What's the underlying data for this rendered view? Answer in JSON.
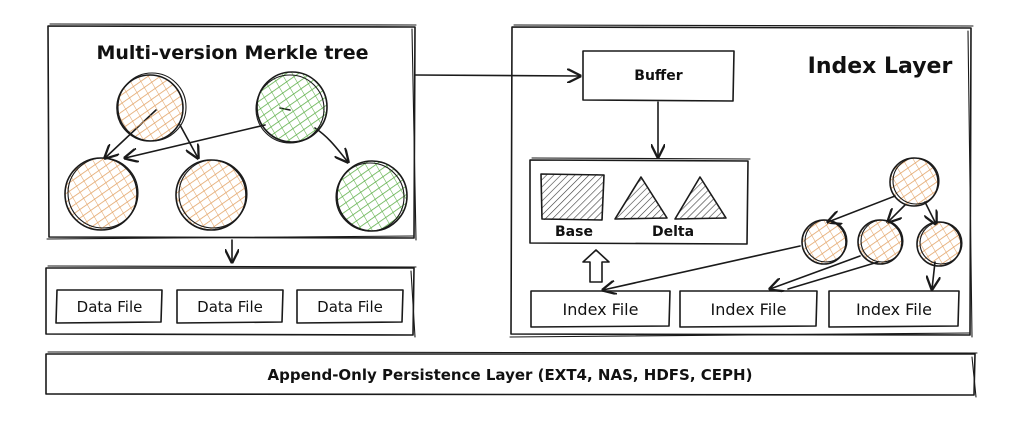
{
  "merkle": {
    "title": "Multi-version Merkle tree"
  },
  "index_layer": {
    "title": "Index Layer",
    "buffer_label": "Buffer",
    "base_label": "Base",
    "delta_label": "Delta"
  },
  "data_files": [
    "Data File",
    "Data File",
    "Data File"
  ],
  "index_files": [
    "Index File",
    "Index File",
    "Index File"
  ],
  "persistence": {
    "label": "Append-Only Persistence Layer (EXT4, NAS, HDFS, CEPH)"
  },
  "colors": {
    "orange": "#e3a468",
    "green": "#5fb04a",
    "ink": "#1a1a1a"
  }
}
